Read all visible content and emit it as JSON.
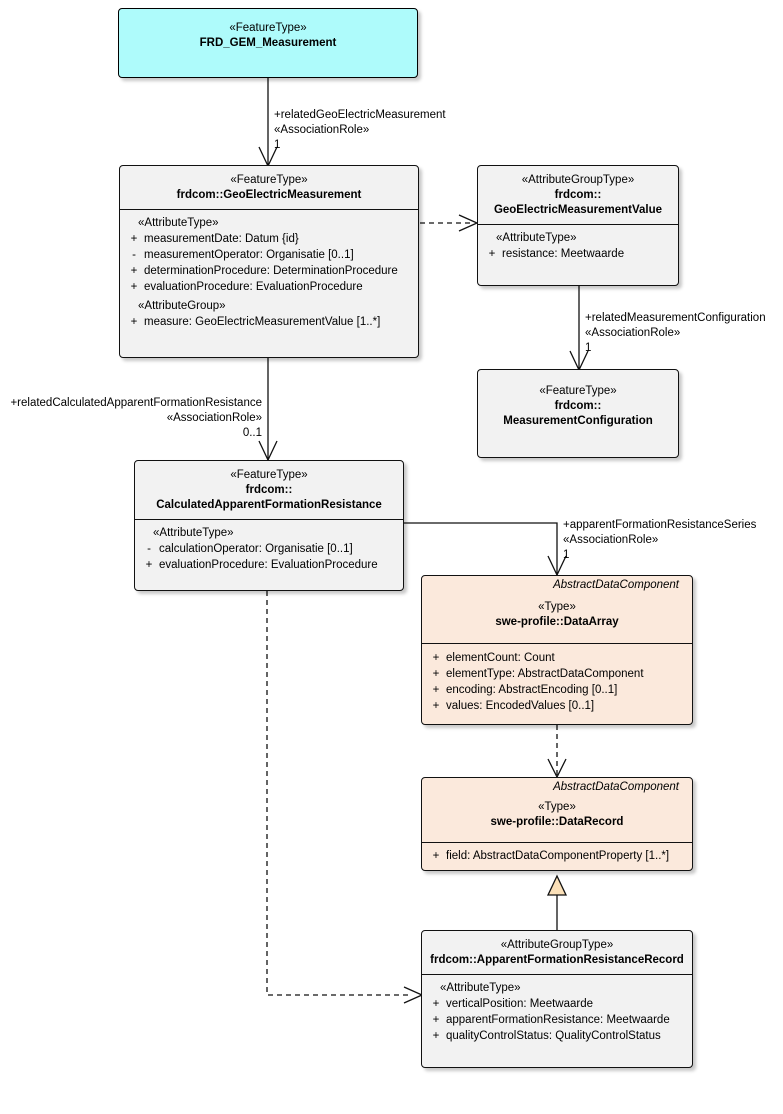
{
  "diagram": {
    "title": "FRD_GEM_Measurement UML class diagram",
    "colors": {
      "featuretype_highlight": "#aefbfb",
      "class_default": "#f2f2f2",
      "type_peach": "#fbe9dc",
      "line": "#111111",
      "generalization_fill": "#fbe0b8"
    }
  },
  "classes": {
    "frd_gem_measurement": {
      "stereotype": "«FeatureType»",
      "name": "FRD_GEM_Measurement",
      "compartments": []
    },
    "geoelectric_measurement": {
      "stereotype": "«FeatureType»",
      "name": "frdcom::GeoElectricMeasurement",
      "groups": [
        {
          "label": "«AttributeType»",
          "attributes": [
            {
              "visibility": "+",
              "text": "measurementDate: Datum {id}"
            },
            {
              "visibility": "-",
              "text": "measurementOperator: Organisatie [0..1]"
            },
            {
              "visibility": "+",
              "text": "determinationProcedure: DeterminationProcedure"
            },
            {
              "visibility": "+",
              "text": "evaluationProcedure: EvaluationProcedure"
            }
          ]
        },
        {
          "label": "«AttributeGroup»",
          "attributes": [
            {
              "visibility": "+",
              "text": "measure: GeoElectricMeasurementValue [1..*]"
            }
          ]
        }
      ]
    },
    "geoelectric_measurement_value": {
      "stereotype": "«AttributeGroupType»",
      "name_line1": "frdcom::",
      "name_line2": "GeoElectricMeasurementValue",
      "groups": [
        {
          "label": "«AttributeType»",
          "attributes": [
            {
              "visibility": "+",
              "text": "resistance: Meetwaarde"
            }
          ]
        }
      ]
    },
    "measurement_configuration": {
      "stereotype": "«FeatureType»",
      "name_line1": "frdcom::",
      "name_line2": "MeasurementConfiguration",
      "groups": []
    },
    "calculated_apparent_formation_resistance": {
      "stereotype": "«FeatureType»",
      "name_line1": "frdcom::",
      "name_line2": "CalculatedApparentFormationResistance",
      "groups": [
        {
          "label": "«AttributeType»",
          "attributes": [
            {
              "visibility": "-",
              "text": "calculationOperator: Organisatie [0..1]"
            },
            {
              "visibility": "+",
              "text": "evaluationProcedure: EvaluationProcedure"
            }
          ]
        }
      ]
    },
    "data_array": {
      "abstract_tag": "AbstractDataComponent",
      "stereotype": "«Type»",
      "name": "swe-profile::DataArray",
      "groups": [
        {
          "label": "",
          "attributes": [
            {
              "visibility": "+",
              "text": "elementCount: Count"
            },
            {
              "visibility": "+",
              "text": "elementType: AbstractDataComponent"
            },
            {
              "visibility": "+",
              "text": "encoding: AbstractEncoding [0..1]"
            },
            {
              "visibility": "+",
              "text": "values: EncodedValues [0..1]"
            }
          ]
        }
      ]
    },
    "data_record": {
      "abstract_tag": "AbstractDataComponent",
      "stereotype": "«Type»",
      "name": "swe-profile::DataRecord",
      "groups": [
        {
          "label": "",
          "attributes": [
            {
              "visibility": "+",
              "text": "field: AbstractDataComponentProperty [1..*]"
            }
          ]
        }
      ]
    },
    "apparent_formation_resistance_record": {
      "stereotype": "«AttributeGroupType»",
      "name": "frdcom::ApparentFormationResistanceRecord",
      "groups": [
        {
          "label": "«AttributeType»",
          "attributes": [
            {
              "visibility": "+",
              "text": "verticalPosition: Meetwaarde"
            },
            {
              "visibility": "+",
              "text": "apparentFormationResistance: Meetwaarde"
            },
            {
              "visibility": "+",
              "text": "qualityControlStatus: QualityControlStatus"
            }
          ]
        }
      ]
    }
  },
  "associations": {
    "related_geoelectric_measurement": {
      "role": "+relatedGeoElectricMeasurement",
      "stereotype": "«AssociationRole»",
      "multiplicity": "1"
    },
    "related_measurement_configuration": {
      "role": "+relatedMeasurementConfiguration",
      "stereotype": "«AssociationRole»",
      "multiplicity": "1"
    },
    "related_calculated_apparent_formation_resistance": {
      "role": "+relatedCalculatedApparentFormationResistance",
      "stereotype": "«AssociationRole»",
      "multiplicity": "0..1"
    },
    "apparent_formation_resistance_series": {
      "role": "+apparentFormationResistanceSeries",
      "stereotype": "«AssociationRole»",
      "multiplicity": "1"
    }
  }
}
